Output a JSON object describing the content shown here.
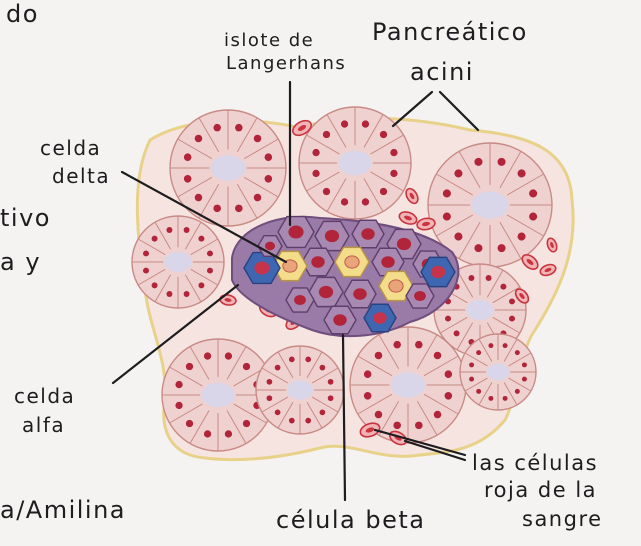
{
  "labels": {
    "islet": [
      "islote de",
      "Langerhans"
    ],
    "acini": [
      "Pancreático",
      "acini"
    ],
    "delta": [
      "celda",
      "delta"
    ],
    "alpha": [
      "celda",
      "alfa"
    ],
    "beta": "célula beta",
    "rbc": [
      "las células",
      "roja de la",
      "sangre"
    ]
  },
  "margin_text": {
    "top_fragment": "do",
    "fragment_1": "tivo",
    "fragment_2": "a y",
    "fragment_3": "a/Amilina"
  },
  "colors": {
    "acinus_fill": "#efd2cf",
    "acinus_stroke": "#c98a86",
    "lumen": "#d9d6ea",
    "nucleus": "#b1243a",
    "islet_purple": "#9a7aa6",
    "alpha_blue": "#3f66b0",
    "beta_yellow": "#f3dc8a",
    "tissue_bg": "#f6e4e0",
    "tissue_edge": "#e8d28a"
  }
}
